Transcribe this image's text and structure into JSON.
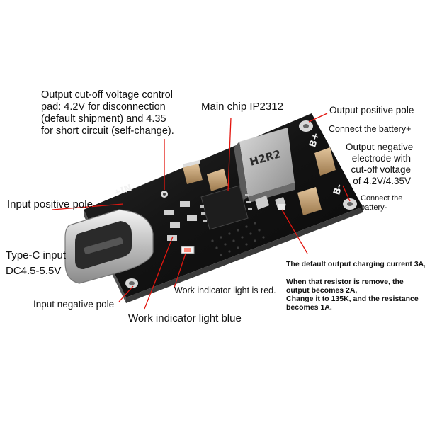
{
  "labels": {
    "cutoff_pad": "Output cut-off voltage control\npad: 4.2V for disconnection\n(default shipment) and 4.35\nfor short circuit (self-change).",
    "main_chip": "Main chip IP2312",
    "out_pos_pole": "Output positive pole",
    "connect_battery_pos": "Connect the battery+",
    "out_neg_electrode": "Output negative\nelectrode with\ncut-off voltage\nof 4.2V/4.35V",
    "connect_battery_neg": "Connect the\nbattery-",
    "input_pos_pole": "Input positive pole",
    "type_c_input": "Type-C input\nDC4.5-5.5V",
    "input_neg_pole": "Input negative pole",
    "default_current": "The default output charging current 3A,",
    "resistor_note": "When that resistor is remove, the\noutput becomes 2A,\nChange it to 135K, and the resistance\nbecomes 1A.",
    "light_red": "Work indicator light is red.",
    "light_blue": "Work indicator light blue"
  },
  "board_marks": {
    "inductor_code": "H2R2",
    "pad_b_plus": "B+",
    "pad_b_minus": "B-",
    "pad_in_plus": "+IN"
  },
  "colors": {
    "pcb": "#141414",
    "pointer": "#e3160f",
    "text": "#111111"
  }
}
